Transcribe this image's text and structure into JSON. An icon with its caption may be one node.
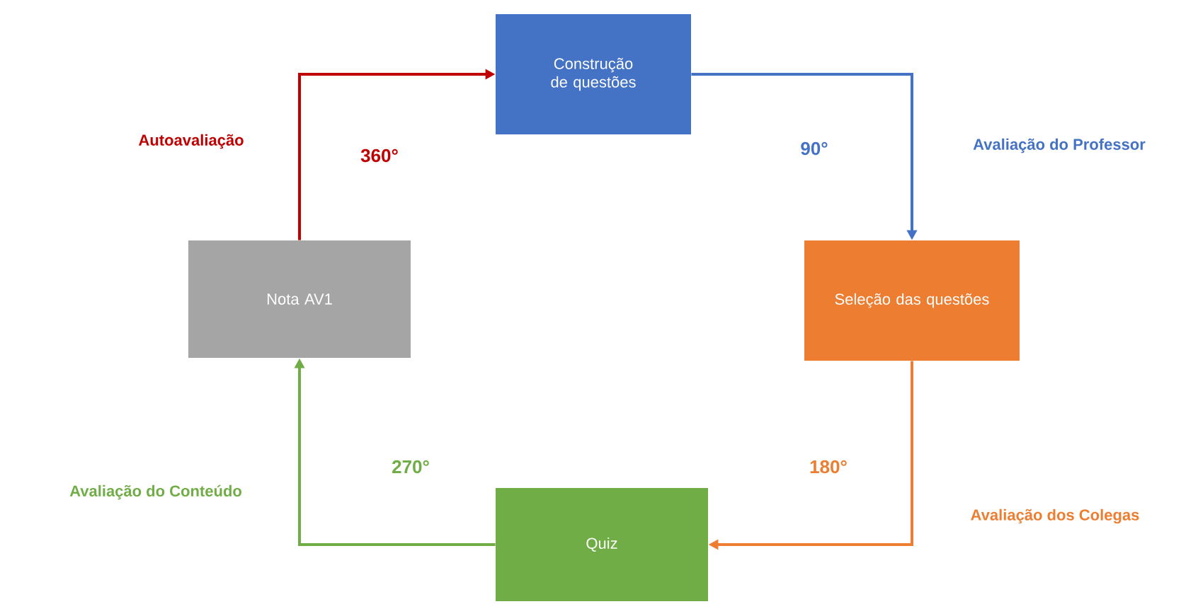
{
  "diagram": {
    "nodes": [
      {
        "text": [
          "Construção de questões"
        ]
      },
      {
        "text": [
          "Seleção das questões"
        ]
      },
      {
        "text": [
          "Quiz"
        ]
      },
      {
        "text": [
          "Nota AV1"
        ]
      }
    ],
    "edges": [
      {
        "from": 3,
        "to": 0,
        "arrow": "to",
        "label": "Autoavaliação",
        "color": "#c00000"
      },
      {
        "from": 0,
        "to": 1,
        "arrow": "to",
        "label": "Avaliação do Professor",
        "color": "#4472c4"
      },
      {
        "from": 1,
        "to": 2,
        "arrow": "to",
        "label": "Avaliação dos Colegas",
        "color": "#ed7d31"
      },
      {
        "from": 2,
        "to": 3,
        "arrow": "to",
        "label": "Avaliação do Conteúdo",
        "color": "#70ad47"
      }
    ],
    "labels": [
      "360°",
      "90°",
      "180°",
      "270°"
    ]
  }
}
